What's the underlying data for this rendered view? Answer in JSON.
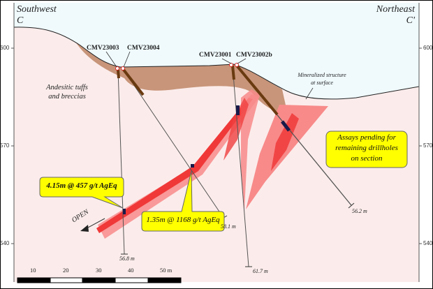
{
  "section": {
    "left_direction": "Southwest",
    "left_label": "C",
    "right_direction": "Northeast",
    "right_label": "C'"
  },
  "elevation_axis": {
    "ticks": [
      "600",
      "570",
      "540"
    ]
  },
  "geology": {
    "host_rock_label_line1": "Andesitic tuffs",
    "host_rock_label_line2": "and breccias",
    "structure_label_line1": "Mineralized structure",
    "structure_label_line2": "at surface"
  },
  "drillholes": [
    {
      "name": "CMV23003",
      "depth": "56.8 m"
    },
    {
      "name": "CMV23004",
      "depth": "58.1 m"
    },
    {
      "name": "CMV23001",
      "depth": "61.7 m"
    },
    {
      "name": "CMV23002b",
      "depth": "56.2 m"
    }
  ],
  "callouts": {
    "intercept_1": "4.15m @ 457 g/t AgEq",
    "intercept_2": "1.35m @ 1168 g/t AgEq",
    "pending_line1": "Assays pending for",
    "pending_line2": "remaining drillholes",
    "pending_line3": "on section",
    "open_label": "OPEN"
  },
  "scale_bar": {
    "labels": [
      "10",
      "20",
      "30",
      "40",
      "50 m"
    ]
  },
  "colors": {
    "sky": "#f0fafd",
    "ground": "#fbeceb",
    "overburden": "#c8957a",
    "vein": "#f0383c",
    "vein_halo": "#f88a8a",
    "callout": "#ffff00",
    "drill_collar": "#7a3e10"
  }
}
